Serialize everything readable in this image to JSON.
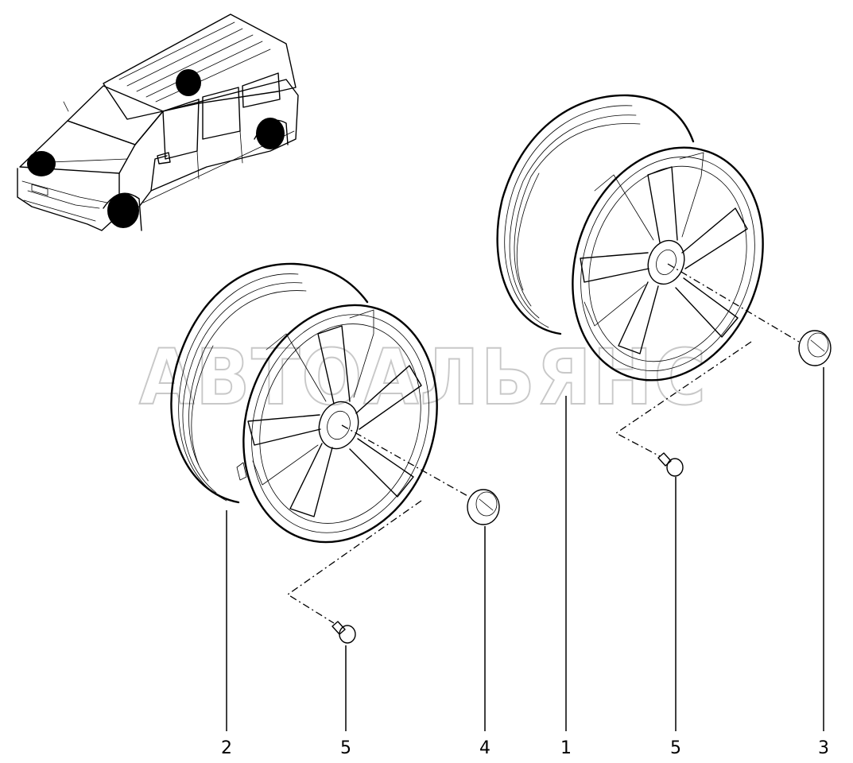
{
  "diagram": {
    "watermark": "АВТОАЛЬЯНС",
    "callouts": [
      {
        "id": "c2",
        "label": "2"
      },
      {
        "id": "c5a",
        "label": "5"
      },
      {
        "id": "c4",
        "label": "4"
      },
      {
        "id": "c1",
        "label": "1"
      },
      {
        "id": "c5b",
        "label": "5"
      },
      {
        "id": "c3",
        "label": "3"
      }
    ]
  }
}
